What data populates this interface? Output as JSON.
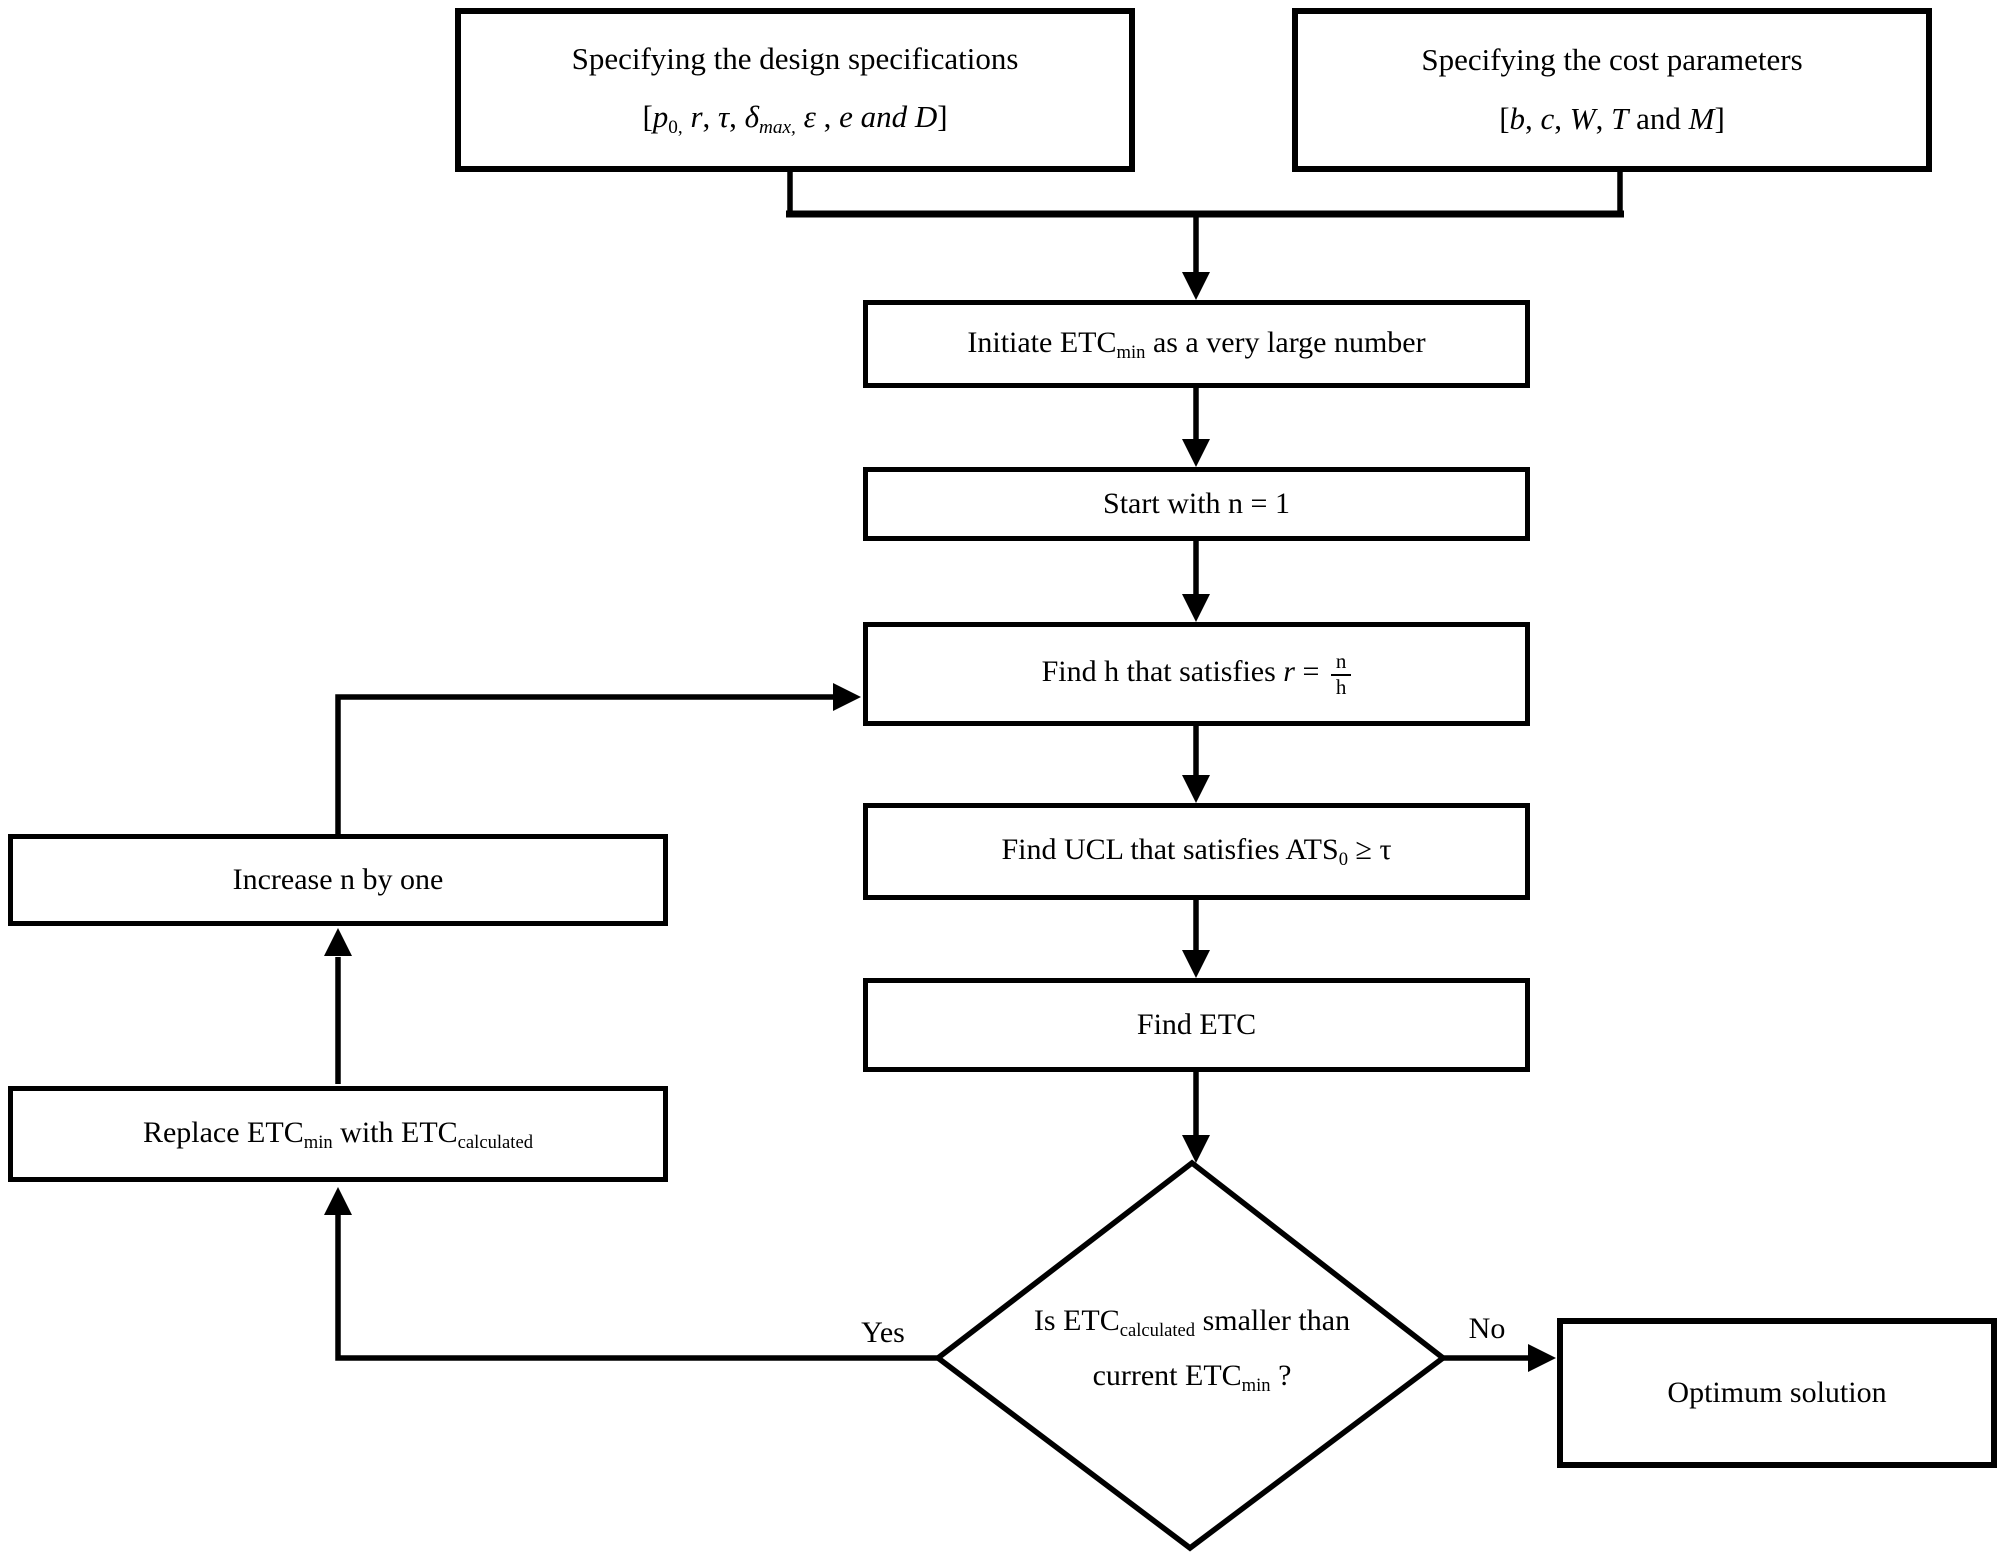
{
  "diagram": {
    "colors": {
      "line": "#000000",
      "node_fill": "#ffffff",
      "background": "#ffffff",
      "text": "#000000"
    },
    "nodes": {
      "design_spec": {
        "lines": [
          [
            {
              "t": "Specifying the design specifications"
            }
          ],
          [
            {
              "t": "["
            },
            {
              "t": "p",
              "i": true
            },
            {
              "t": "0,",
              "sub": true
            },
            {
              "t": " "
            },
            {
              "t": "r",
              "i": true
            },
            {
              "t": ", "
            },
            {
              "t": "τ",
              "i": true
            },
            {
              "t": ", "
            },
            {
              "t": "δ",
              "i": true
            },
            {
              "t": "max,",
              "i": true,
              "sub": true
            },
            {
              "t": " "
            },
            {
              "t": "ε",
              "i": true
            },
            {
              "t": " , "
            },
            {
              "t": "e and D",
              "i": true
            },
            {
              "t": "]"
            }
          ]
        ]
      },
      "cost_params": {
        "lines": [
          [
            {
              "t": "Specifying the cost parameters"
            }
          ],
          [
            {
              "t": "["
            },
            {
              "t": "b",
              "i": true
            },
            {
              "t": ", "
            },
            {
              "t": "c",
              "i": true
            },
            {
              "t": ", "
            },
            {
              "t": "W",
              "i": true
            },
            {
              "t": ", "
            },
            {
              "t": "T",
              "i": true
            },
            {
              "t": " and "
            },
            {
              "t": "M",
              "i": true
            },
            {
              "t": "]"
            }
          ]
        ]
      },
      "initiate": {
        "lines": [
          [
            {
              "t": "Initiate ETC"
            },
            {
              "t": "min",
              "sub": true
            },
            {
              "t": " as a very large number"
            }
          ]
        ]
      },
      "start_n": {
        "lines": [
          [
            {
              "t": "Start with n = 1"
            }
          ]
        ]
      },
      "find_h": {
        "lines": [
          [
            {
              "t": "Find h that satisfies "
            },
            {
              "t": "r",
              "i": true
            },
            {
              "t": " = "
            },
            {
              "frac": [
                "n",
                "h"
              ]
            }
          ]
        ]
      },
      "find_ucl": {
        "lines": [
          [
            {
              "t": "Find UCL that satisfies ATS"
            },
            {
              "t": "0",
              "sub": true
            },
            {
              "t": " ≥ τ"
            }
          ]
        ]
      },
      "find_etc": {
        "lines": [
          [
            {
              "t": "Find ETC"
            }
          ]
        ]
      },
      "increase_n": {
        "lines": [
          [
            {
              "t": "Increase n by one"
            }
          ]
        ]
      },
      "replace_etc": {
        "lines": [
          [
            {
              "t": "Replace ETC"
            },
            {
              "t": "min",
              "sub": true
            },
            {
              "t": " with ETC"
            },
            {
              "t": "calculated",
              "sub": true
            }
          ]
        ]
      },
      "decision": {
        "lines": [
          [
            {
              "t": "Is ETC"
            },
            {
              "t": "calculated",
              "sub": true
            },
            {
              "t": " smaller"
            }
          ],
          [
            {
              "t": "than current ETC"
            },
            {
              "t": "min",
              "sub": true
            },
            {
              "t": " ?"
            }
          ]
        ]
      },
      "optimum": {
        "lines": [
          [
            {
              "t": "Optimum solution"
            }
          ]
        ]
      }
    },
    "edge_labels": {
      "yes": "Yes",
      "no": "No"
    }
  }
}
